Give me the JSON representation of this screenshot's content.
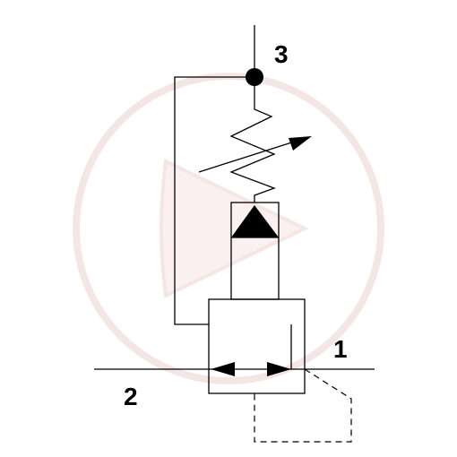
{
  "diagram": {
    "type": "hydraulic-schematic",
    "symbol": "pressure-relief-valve",
    "ports": {
      "port1": "1",
      "port2": "2",
      "port3": "3"
    }
  },
  "colors": {
    "stroke": "#000000",
    "background": "#ffffff",
    "watermark": "#f4e4e4"
  }
}
